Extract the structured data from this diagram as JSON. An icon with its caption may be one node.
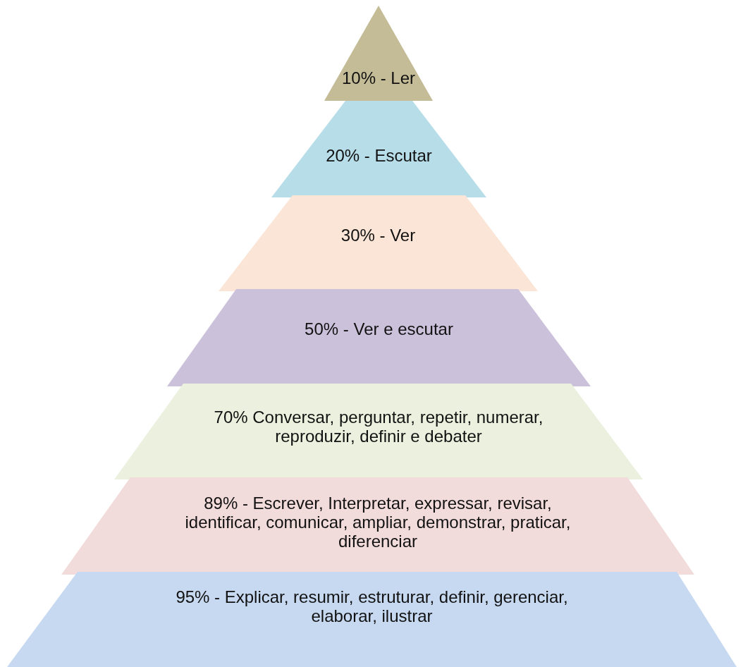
{
  "diagram": {
    "nodes": [
      {
        "text": [
          "10% - Ler"
        ]
      },
      {
        "text": [
          "20% - Escutar"
        ]
      },
      {
        "text": [
          "30% - Ver"
        ]
      },
      {
        "text": [
          "50% - Ver e escutar"
        ]
      },
      {
        "text": [
          "70% Conversar, perguntar, repetir, numerar, reproduzir, definir e debater"
        ]
      },
      {
        "text": [
          "89% - Escrever, Interpretar, expressar, revisar, identificar, comunicar, ampliar, demonstrar, praticar, diferenciar"
        ]
      },
      {
        "text": [
          "95% - Explicar, resumir, estruturar, definir, gerenciar, elaborar, ilustrar"
        ]
      }
    ]
  }
}
